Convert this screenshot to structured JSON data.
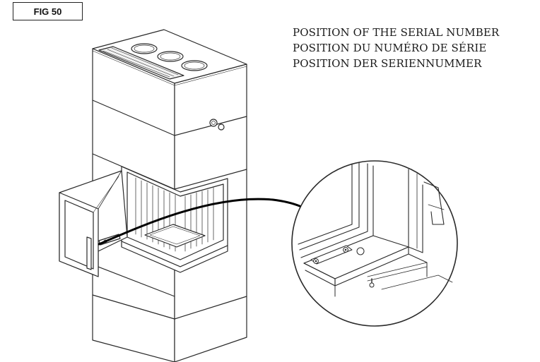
{
  "figure": {
    "label": "FIG 50"
  },
  "caption": {
    "lines": [
      "POSITION OF THE SERIAL NUMBER",
      "POSITION DU NUMÉRO DE SÉRIE",
      "POSITION DER SERIENNUMMER"
    ]
  },
  "colors": {
    "line": "#2a2a2a",
    "background": "#ffffff",
    "callout": "#000000"
  }
}
